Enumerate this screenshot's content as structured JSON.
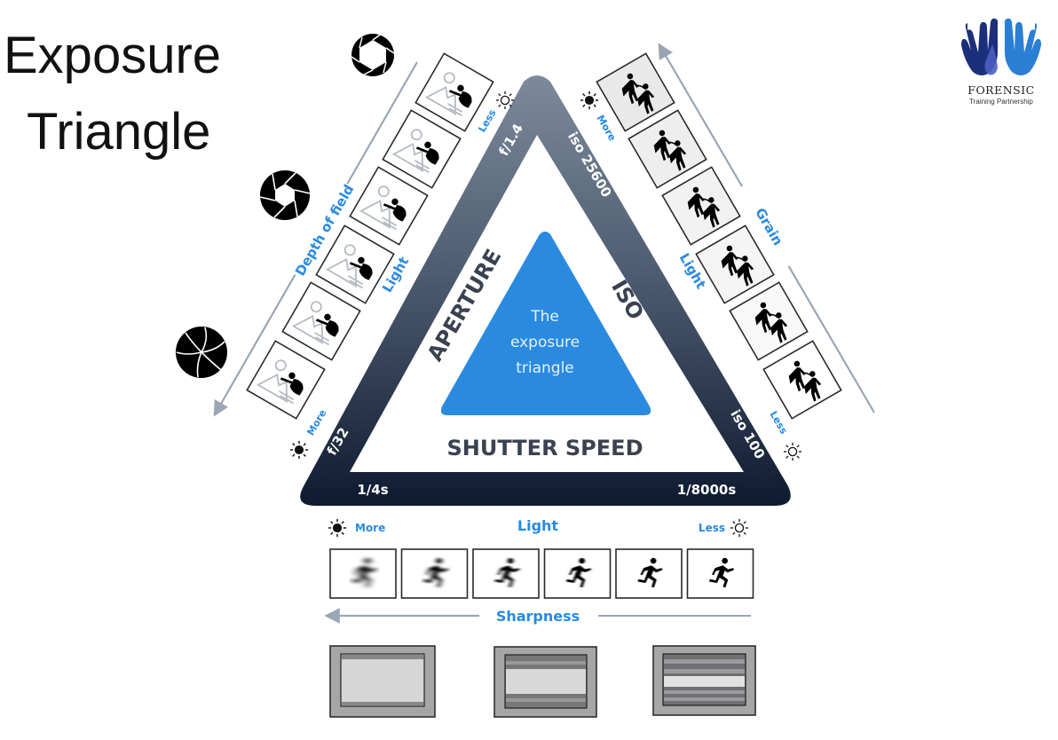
{
  "title": {
    "line1": "Exposure",
    "line2": "Triangle"
  },
  "logo": {
    "name": "FORENSIC",
    "subtitle": "Training Partnership",
    "icon": "hands-icon",
    "colors": [
      "#1b2f7a",
      "#3b4fb0",
      "#2a7fd4"
    ]
  },
  "triangle": {
    "center_text": [
      "The",
      "exposure",
      "triangle"
    ],
    "sides": {
      "aperture": "APERTURE",
      "iso": "ISO",
      "shutter": "SHUTTER SPEED"
    },
    "corner_values": {
      "aperture_top": "f/1.4",
      "aperture_bottom": "f/32",
      "iso_top": "iso 25600",
      "iso_bottom": "iso 100",
      "shutter_left": "1/4s",
      "shutter_right": "1/8000s"
    },
    "colors": {
      "frame_top": "#7d8a9c",
      "frame_bottom": "#0e1a2f",
      "center_fill": "#2a8ae0",
      "side_label": "#3a4150"
    }
  },
  "aperture_side": {
    "effect_label": "Depth of field",
    "light_label": "Light",
    "top_light": "Less",
    "bottom_light": "More",
    "frames": 6,
    "frame_icon": "landscape-person-icon",
    "aperture_icons": [
      "aperture-wide-open-icon",
      "aperture-medium-icon",
      "aperture-closed-icon"
    ]
  },
  "iso_side": {
    "effect_label": "Grain",
    "light_label": "Light",
    "top_light": "More",
    "bottom_light": "Less",
    "frames": 6,
    "frame_icon": "two-people-icon"
  },
  "shutter_side": {
    "light_label": "Light",
    "left_light": "More",
    "right_light": "Less",
    "effect_label": "Sharpness",
    "frames": 6,
    "frame_icon": "running-person-icon",
    "shutter_icons": [
      "shutter-slow-icon",
      "shutter-medium-icon",
      "shutter-fast-icon"
    ]
  },
  "accent_color": "#2a8ae0",
  "arrow_color": "#9aa6b5"
}
